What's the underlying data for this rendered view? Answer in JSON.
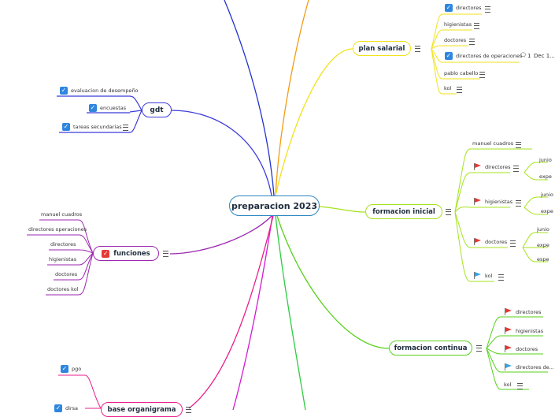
{
  "central": {
    "title": "preparacion 2023"
  },
  "branches": {
    "gdt": {
      "label": "gdt",
      "color": "#3b3bdb",
      "items": [
        "evaluacion de desempeño",
        "encuestas",
        "tareas secundarias"
      ]
    },
    "funciones": {
      "label": "funciones",
      "color": "#9c27b0",
      "items": [
        "manuel cuadros",
        "directores operaciones",
        "directores",
        "higienistas",
        "doctores",
        "doctores kol"
      ]
    },
    "bottom_left": {
      "label": "base organigrama",
      "color": "#e91e8c",
      "items": [
        "pgo",
        "dirsa"
      ]
    },
    "plan_salarial": {
      "label": "plan salarial",
      "color": "#f1e21b",
      "items": [
        "directores",
        "higienistas",
        "doctores",
        "directores de operaciones",
        "pablo cabello",
        "kol"
      ],
      "comment_count": "1",
      "comment_date": "Dec 1..."
    },
    "formacion_inicial": {
      "label": "formacion inicial",
      "color": "#a5e31b",
      "items": [
        "manuel cuadros",
        "directores",
        "higienistas",
        "doctores",
        "kol"
      ],
      "sub_directores": [
        "junio",
        "expe"
      ],
      "sub_higienistas": [
        "junio",
        "expe"
      ],
      "sub_doctores": [
        "junio",
        "expe",
        "espe"
      ]
    },
    "formacion_continua": {
      "label": "formacion continua",
      "color": "#56d11b",
      "items": [
        "directores",
        "higienistas",
        "doctores",
        "directores de...",
        "kol"
      ]
    }
  }
}
